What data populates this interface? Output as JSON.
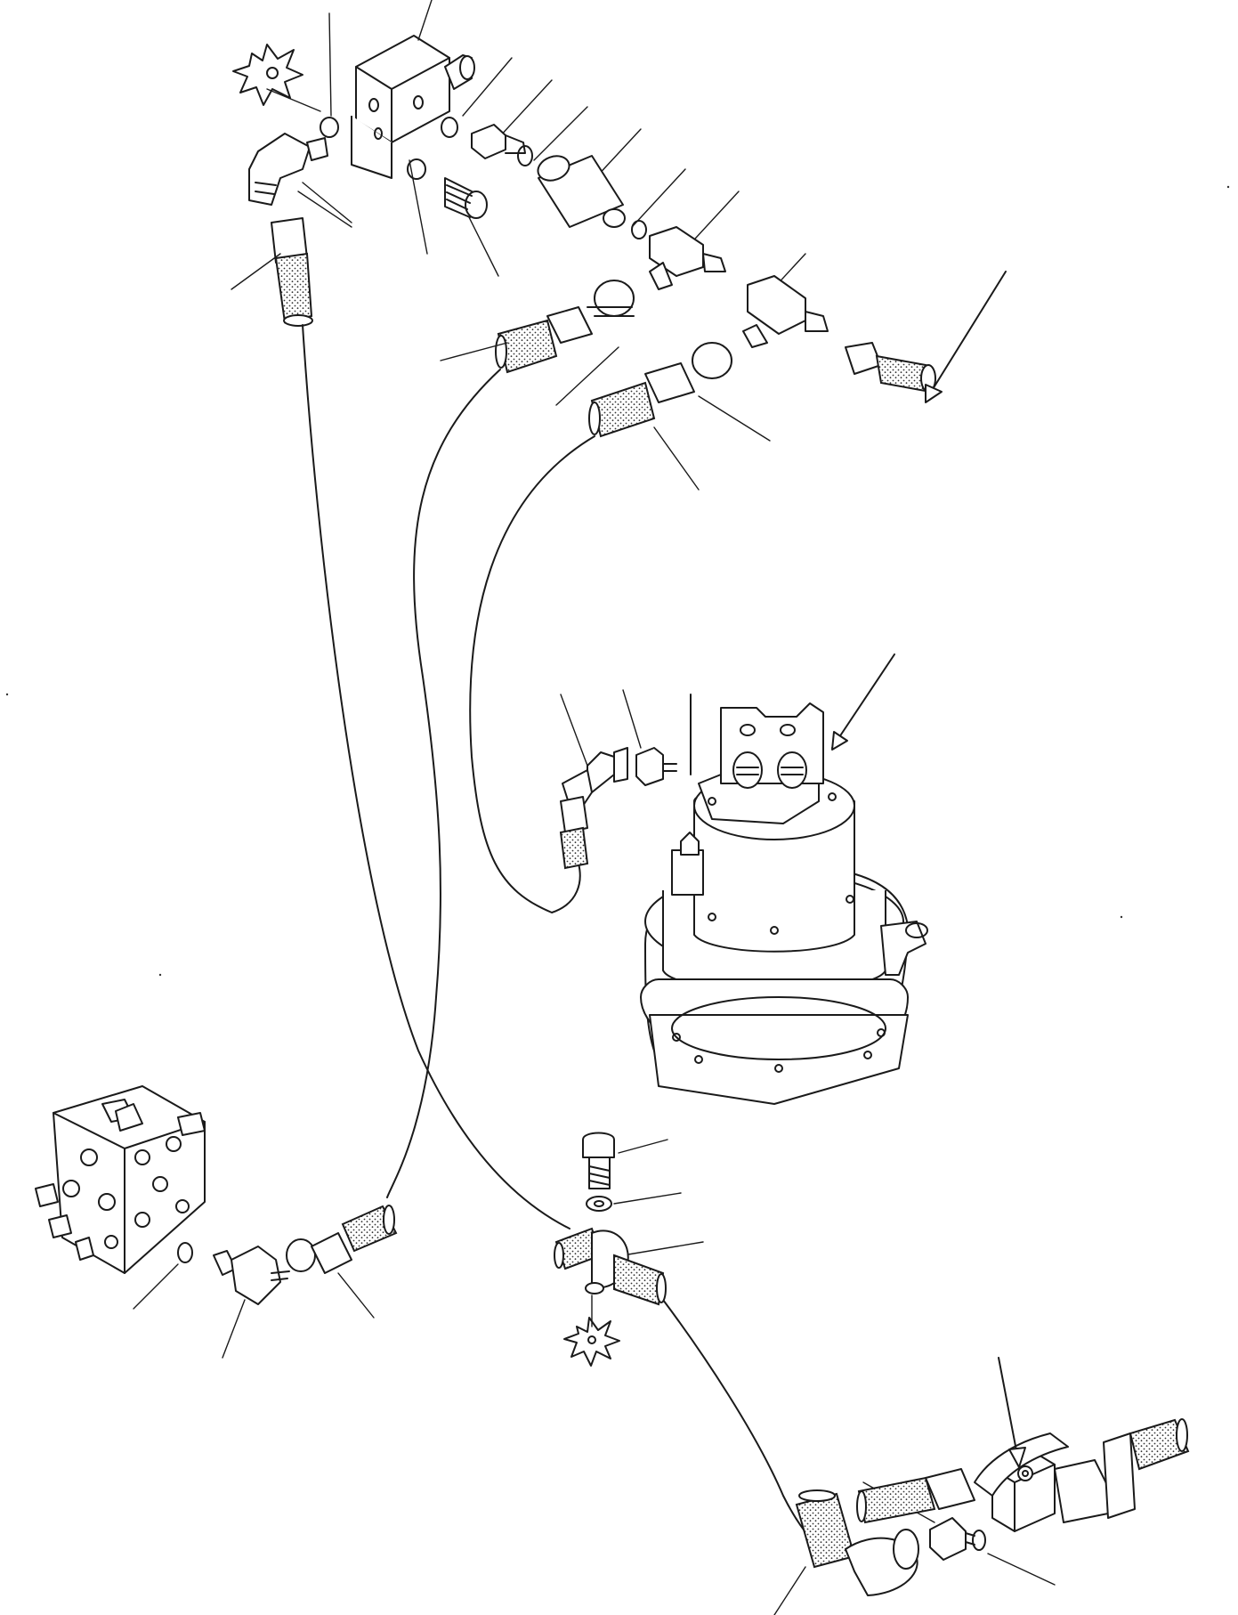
{
  "diagram": {
    "kind": "exploded-parts-illustration",
    "line_color": "#1a1a1a",
    "background": "#ffffff",
    "labels": [],
    "components": [
      "block-fitting",
      "elbow-fitting",
      "check-valve",
      "tee-fitting",
      "hose",
      "swing-motor",
      "control-valve",
      "bolt",
      "washer",
      "clamp",
      "o-ring",
      "adapter",
      "mounting-symbol",
      "arrow"
    ]
  }
}
